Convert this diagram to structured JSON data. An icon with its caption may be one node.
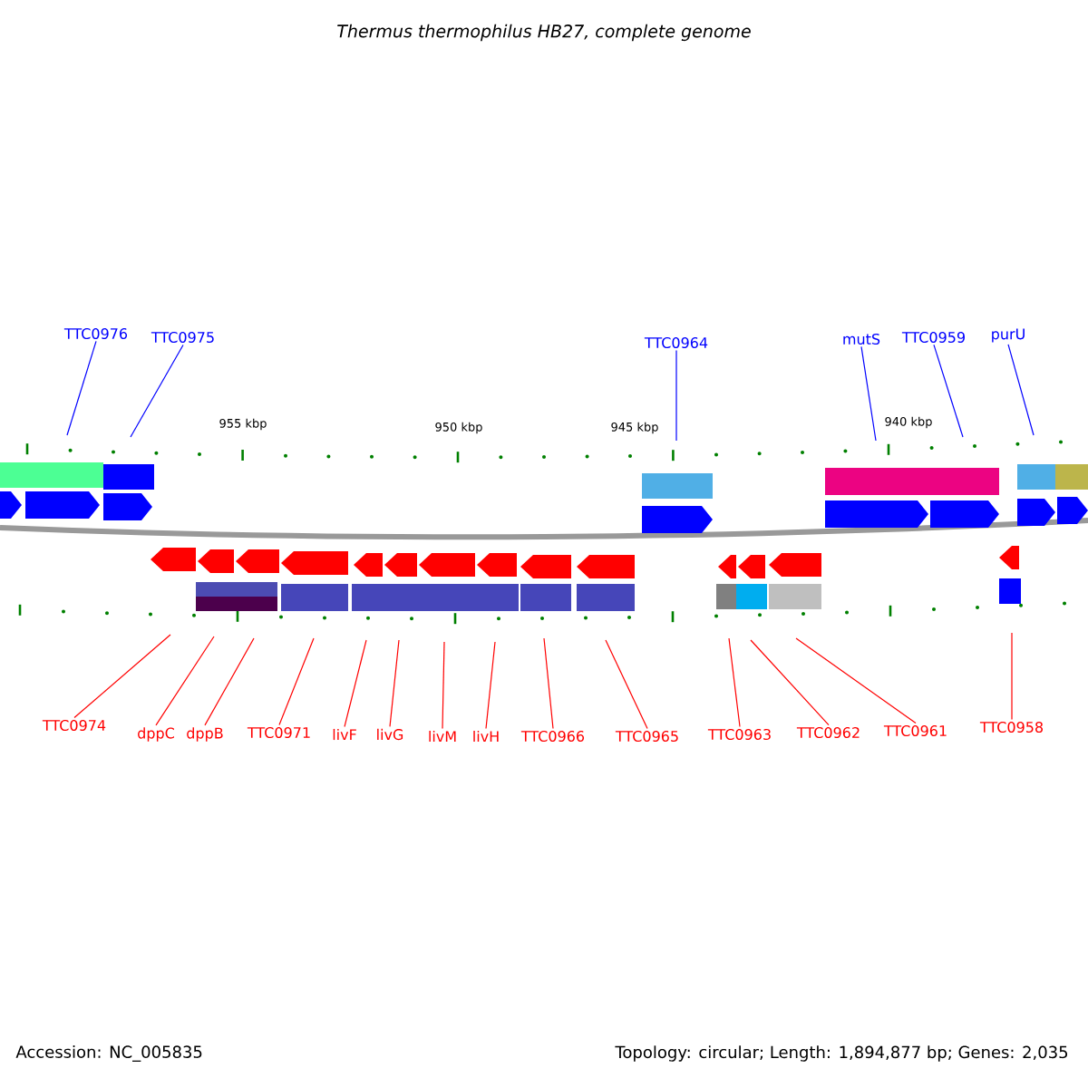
{
  "diagram": {
    "title": "Thermus thermophilus HB27, complete genome",
    "nodes": [
      {
        "text": [
          "TTC0976"
        ]
      },
      {
        "text": [
          "TTC0975"
        ]
      },
      {
        "text": [
          "TTC0964"
        ]
      },
      {
        "text": [
          "mutS"
        ]
      },
      {
        "text": [
          "TTC0959"
        ]
      },
      {
        "text": [
          "purU"
        ]
      },
      {
        "text": [
          "TTC0974"
        ]
      },
      {
        "text": [
          "dppC"
        ]
      },
      {
        "text": [
          "dppB"
        ]
      },
      {
        "text": [
          "TTC0971"
        ]
      },
      {
        "text": [
          "livF"
        ]
      },
      {
        "text": [
          "livG"
        ]
      },
      {
        "text": [
          "livM"
        ]
      },
      {
        "text": [
          "livH"
        ]
      },
      {
        "text": [
          "TTC0966"
        ]
      },
      {
        "text": [
          "TTC0965"
        ]
      },
      {
        "text": [
          "TTC0963"
        ]
      },
      {
        "text": [
          "TTC0962"
        ]
      },
      {
        "text": [
          "TTC0961"
        ]
      },
      {
        "text": [
          "TTC0958"
        ]
      }
    ],
    "edges": [
      {
        "from": 0,
        "to": null,
        "arrow": "none",
        "color": "#0000ff"
      },
      {
        "from": 1,
        "to": null,
        "arrow": "none",
        "color": "#0000ff"
      },
      {
        "from": 2,
        "to": null,
        "arrow": "none",
        "color": "#0000ff"
      },
      {
        "from": 3,
        "to": null,
        "arrow": "none",
        "color": "#0000ff"
      },
      {
        "from": 4,
        "to": null,
        "arrow": "none",
        "color": "#0000ff"
      },
      {
        "from": 5,
        "to": null,
        "arrow": "none",
        "color": "#0000ff"
      },
      {
        "from": 6,
        "to": null,
        "arrow": "none"
      },
      {
        "from": 7,
        "to": null,
        "arrow": "none"
      },
      {
        "from": 8,
        "to": null,
        "arrow": "none"
      },
      {
        "from": 9,
        "to": null,
        "arrow": "none"
      },
      {
        "from": 10,
        "to": null,
        "arrow": "none"
      },
      {
        "from": 11,
        "to": null,
        "arrow": "none"
      },
      {
        "from": 12,
        "to": null,
        "arrow": "none"
      },
      {
        "from": 13,
        "to": null,
        "arrow": "none"
      },
      {
        "from": 14,
        "to": null,
        "arrow": "none"
      },
      {
        "from": 15,
        "to": null,
        "arrow": "none"
      },
      {
        "from": 16,
        "to": null,
        "arrow": "none"
      },
      {
        "from": 17,
        "to": null,
        "arrow": "none"
      },
      {
        "from": 18,
        "to": null,
        "arrow": "none"
      },
      {
        "from": 19,
        "to": null,
        "arrow": "none"
      }
    ],
    "labels": [
      "955 kbp",
      "950 kbp",
      "945 kbp",
      "940 kbp",
      "Accession: NC_005835",
      "Topology: circular; Length: 1,894,877 bp; Genes: 2,035"
    ]
  }
}
